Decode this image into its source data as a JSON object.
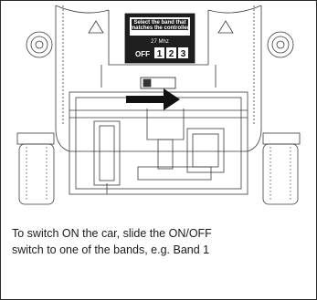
{
  "caption": {
    "line1": "To switch ON the car, slide the ON/OFF",
    "line2": "switch to one of the bands, e.g. Band 1"
  },
  "label_plate": {
    "line1": "Select the band that",
    "line2": "matches the controller",
    "freq": "27 Mhz",
    "off": "OFF",
    "band1": "1",
    "band2": "2",
    "band3": "3"
  },
  "colors": {
    "line": "#3a3a3a",
    "plate": "#1e1e1e",
    "arrow": "#111111"
  }
}
